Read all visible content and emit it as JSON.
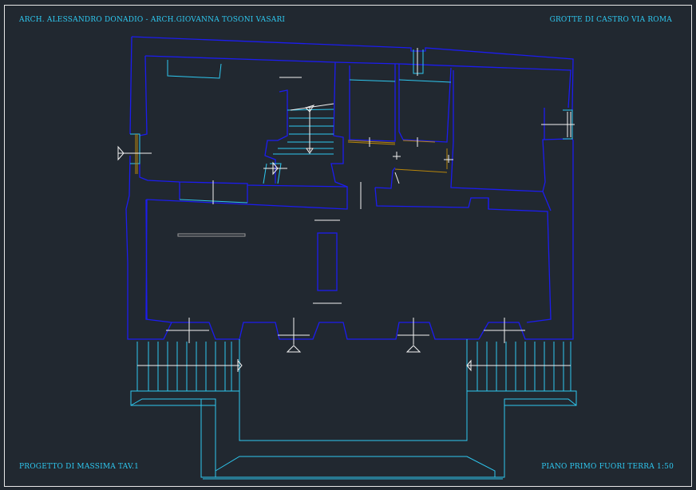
{
  "sheet": {
    "architects": "ARCH. ALESSANDRO DONADIO - ARCH.GIOVANNA TOSONI VASARI",
    "project_location": "GROTTE DI CASTRO VIA ROMA",
    "drawing_sheet": "PROGETTO DI MASSIMA TAV.1",
    "floor_and_scale": "PIANO PRIMO FUORI TERRA 1:50"
  },
  "colors": {
    "background": "#212830",
    "frame": "#e8e8e8",
    "walls": "#1c1cf0",
    "cyan": "#2ec8f0",
    "white_lines": "#f2f2f2",
    "doors": "#b8860b",
    "grey": "#9a9a9a"
  }
}
